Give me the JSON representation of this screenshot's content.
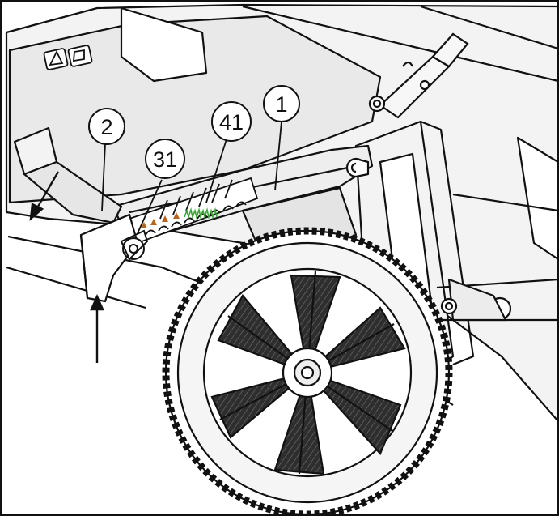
{
  "callouts": [
    {
      "id": "c1",
      "label": "1"
    },
    {
      "id": "c2",
      "label": "2"
    },
    {
      "id": "c31",
      "label": "31"
    },
    {
      "id": "c41",
      "label": "41"
    }
  ],
  "colors": {
    "line": "#111111",
    "body_fill": "#f2f2f2",
    "shade": "#dcdcdc",
    "tread": "#3a3a3a",
    "leaf": "#b5651d",
    "grass": "#3aa535",
    "background": "#ffffff"
  },
  "icons": [
    "warning-triangle-icon",
    "read-manual-icon",
    "leaf-icon",
    "grass-icon",
    "arrow-down-left-icon",
    "arrow-up-icon"
  ]
}
